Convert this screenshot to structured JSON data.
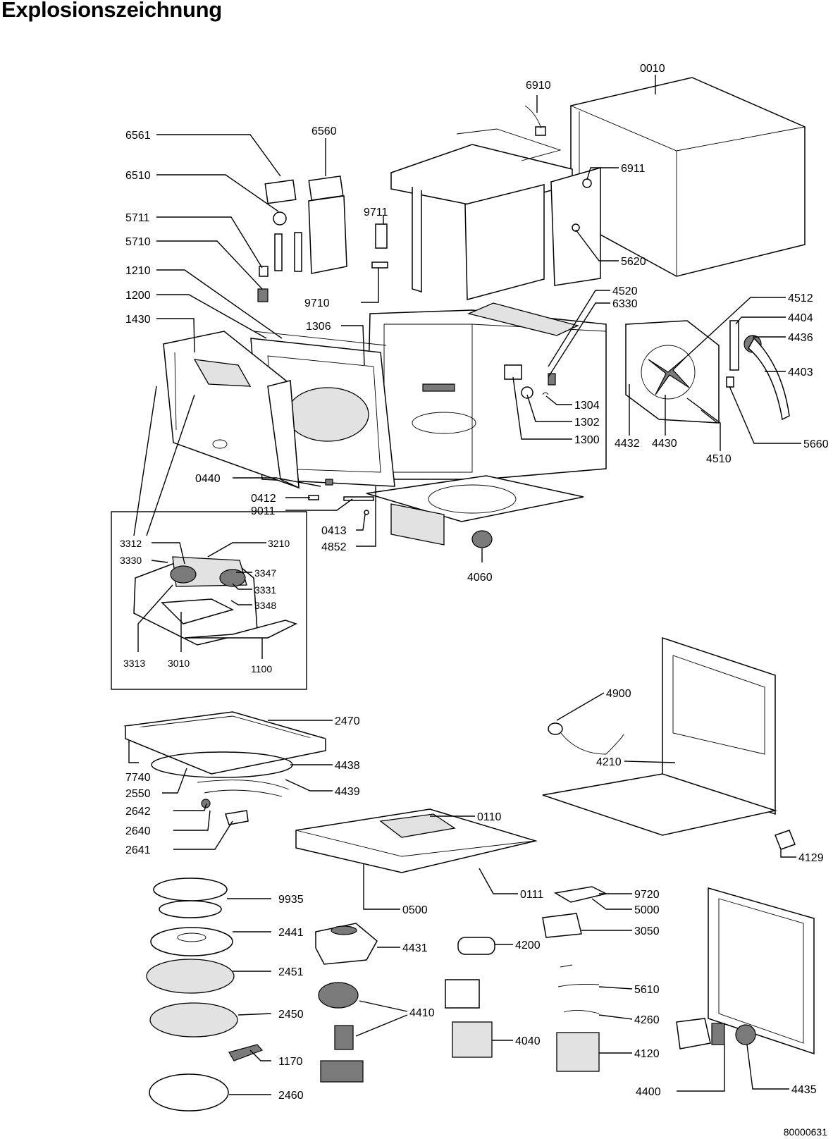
{
  "title": "Explosionszeichnung",
  "document_number": "80000631",
  "labels": {
    "l0010": "0010",
    "l6910": "6910",
    "l6561": "6561",
    "l6560": "6560",
    "l6510": "6510",
    "l6911": "6911",
    "l5711": "5711",
    "l9711": "9711",
    "l5710": "5710",
    "l5620": "5620",
    "l1210": "1210",
    "l9710": "9710",
    "l4520": "4520",
    "l4512": "4512",
    "l1200": "1200",
    "l6330": "6330",
    "l1306": "1306",
    "l4404": "4404",
    "l1430": "1430",
    "l4436": "4436",
    "l4403": "4403",
    "l1304": "1304",
    "l1302": "1302",
    "l1300": "1300",
    "l4432": "4432",
    "l4430": "4430",
    "l4510": "4510",
    "l5660": "5660",
    "l0440": "0440",
    "l0412": "0412",
    "l9011": "9011",
    "l0413": "0413",
    "l4852": "4852",
    "l4060": "4060",
    "l3312": "3312",
    "l3210": "3210",
    "l3330": "3330",
    "l3347": "3347",
    "l3331": "3331",
    "l3348": "3348",
    "l3313": "3313",
    "l3010": "3010",
    "l1100": "1100",
    "l4900": "4900",
    "l2470": "2470",
    "l4210": "4210",
    "l4438": "4438",
    "l7740": "7740",
    "l2550": "2550",
    "l4439": "4439",
    "l2642": "2642",
    "l0110": "0110",
    "l2640": "2640",
    "l4129": "4129",
    "l2641": "2641",
    "l0111": "0111",
    "l9720": "9720",
    "l9935": "9935",
    "l0500": "0500",
    "l5000": "5000",
    "l2441": "2441",
    "l3050": "3050",
    "l4431": "4431",
    "l4200": "4200",
    "l2451": "2451",
    "l5610": "5610",
    "l4410": "4410",
    "l2450": "2450",
    "l4260": "4260",
    "l4040": "4040",
    "l1170": "1170",
    "l4120": "4120",
    "l2460": "2460",
    "l4400": "4400",
    "l4435": "4435"
  }
}
